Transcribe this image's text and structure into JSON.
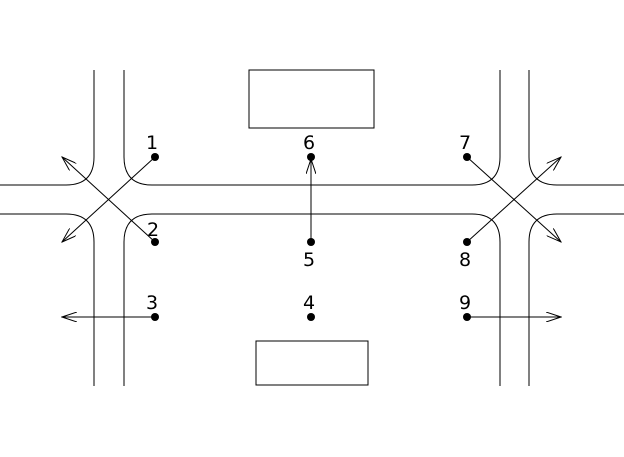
{
  "nodes": [
    {
      "id": "node-1",
      "label": "1"
    },
    {
      "id": "node-2",
      "label": "2"
    },
    {
      "id": "node-3",
      "label": "3"
    },
    {
      "id": "node-4",
      "label": "4"
    },
    {
      "id": "node-5",
      "label": "5"
    },
    {
      "id": "node-6",
      "label": "6"
    },
    {
      "id": "node-7",
      "label": "7"
    },
    {
      "id": "node-8",
      "label": "8"
    },
    {
      "id": "node-9",
      "label": "9"
    }
  ],
  "colors": {
    "stroke": "#000000",
    "background": "#ffffff"
  }
}
